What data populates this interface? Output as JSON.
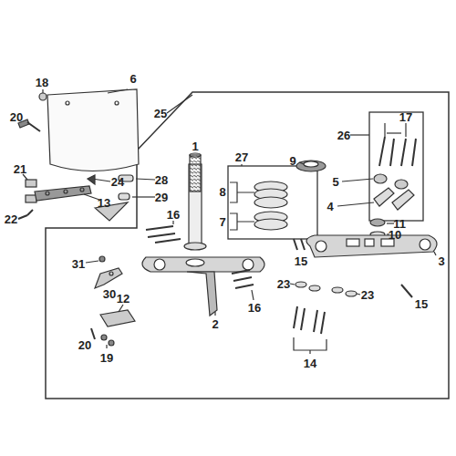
{
  "diagram": {
    "labels": [
      "18",
      "6",
      "25",
      "20",
      "26",
      "17",
      "1",
      "27",
      "9",
      "8",
      "28",
      "21",
      "29",
      "24",
      "5",
      "13",
      "22",
      "4",
      "16",
      "7",
      "11",
      "10",
      "3",
      "15",
      "31",
      "15",
      "30",
      "16",
      "12",
      "23",
      "23",
      "2",
      "14",
      "20",
      "19"
    ]
  }
}
